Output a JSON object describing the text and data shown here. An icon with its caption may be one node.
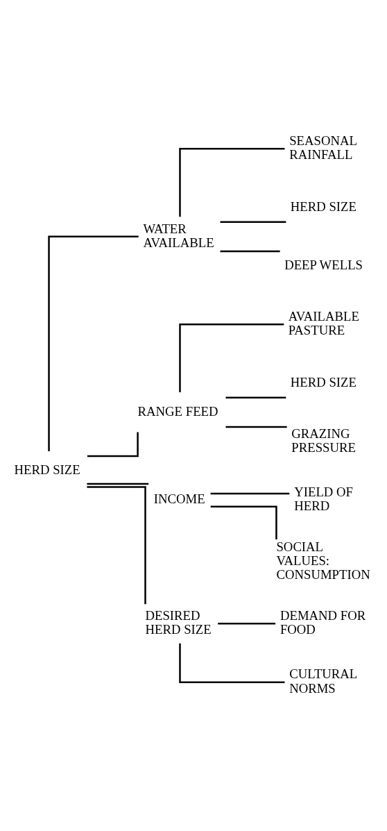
{
  "diagram": {
    "nodes": [
      {
        "text": [
          "HERD SIZE"
        ]
      },
      {
        "text": [
          "WATER AVAILABLE"
        ]
      },
      {
        "text": [
          "SEASONAL RAINFALL"
        ]
      },
      {
        "text": [
          "HERD SIZE"
        ]
      },
      {
        "text": [
          "DEEP WELLS"
        ]
      },
      {
        "text": [
          "RANGE FEED"
        ]
      },
      {
        "text": [
          "AVAILABLE PASTURE"
        ]
      },
      {
        "text": [
          "HERD SIZE"
        ]
      },
      {
        "text": [
          "GRAZING PRESSURE"
        ]
      },
      {
        "text": [
          "INCOME"
        ]
      },
      {
        "text": [
          "YIELD OF HERD"
        ]
      },
      {
        "text": [
          "SOCIAL VALUES: CONSUMPTION"
        ]
      },
      {
        "text": [
          "DESIRED HERD SIZE"
        ]
      },
      {
        "text": [
          "DEMAND FOR FOOD"
        ]
      },
      {
        "text": [
          "CULTURAL NORMS"
        ]
      }
    ],
    "edges": [
      {
        "from": 0,
        "to": 1,
        "arrow": "none"
      },
      {
        "from": 0,
        "to": 5,
        "arrow": "none"
      },
      {
        "from": 0,
        "to": 9,
        "arrow": "none"
      },
      {
        "from": 0,
        "to": 12,
        "arrow": "none"
      },
      {
        "from": 1,
        "to": 2,
        "arrow": "none"
      },
      {
        "from": 1,
        "to": 3,
        "arrow": "none"
      },
      {
        "from": 1,
        "to": 4,
        "arrow": "none"
      },
      {
        "from": 5,
        "to": 6,
        "arrow": "none"
      },
      {
        "from": 5,
        "to": 7,
        "arrow": "none"
      },
      {
        "from": 5,
        "to": 8,
        "arrow": "none"
      },
      {
        "from": 9,
        "to": 10,
        "arrow": "none"
      },
      {
        "from": 9,
        "to": 11,
        "arrow": "none"
      },
      {
        "from": 12,
        "to": 13,
        "arrow": "none"
      },
      {
        "from": 12,
        "to": 14,
        "arrow": "none"
      }
    ]
  }
}
